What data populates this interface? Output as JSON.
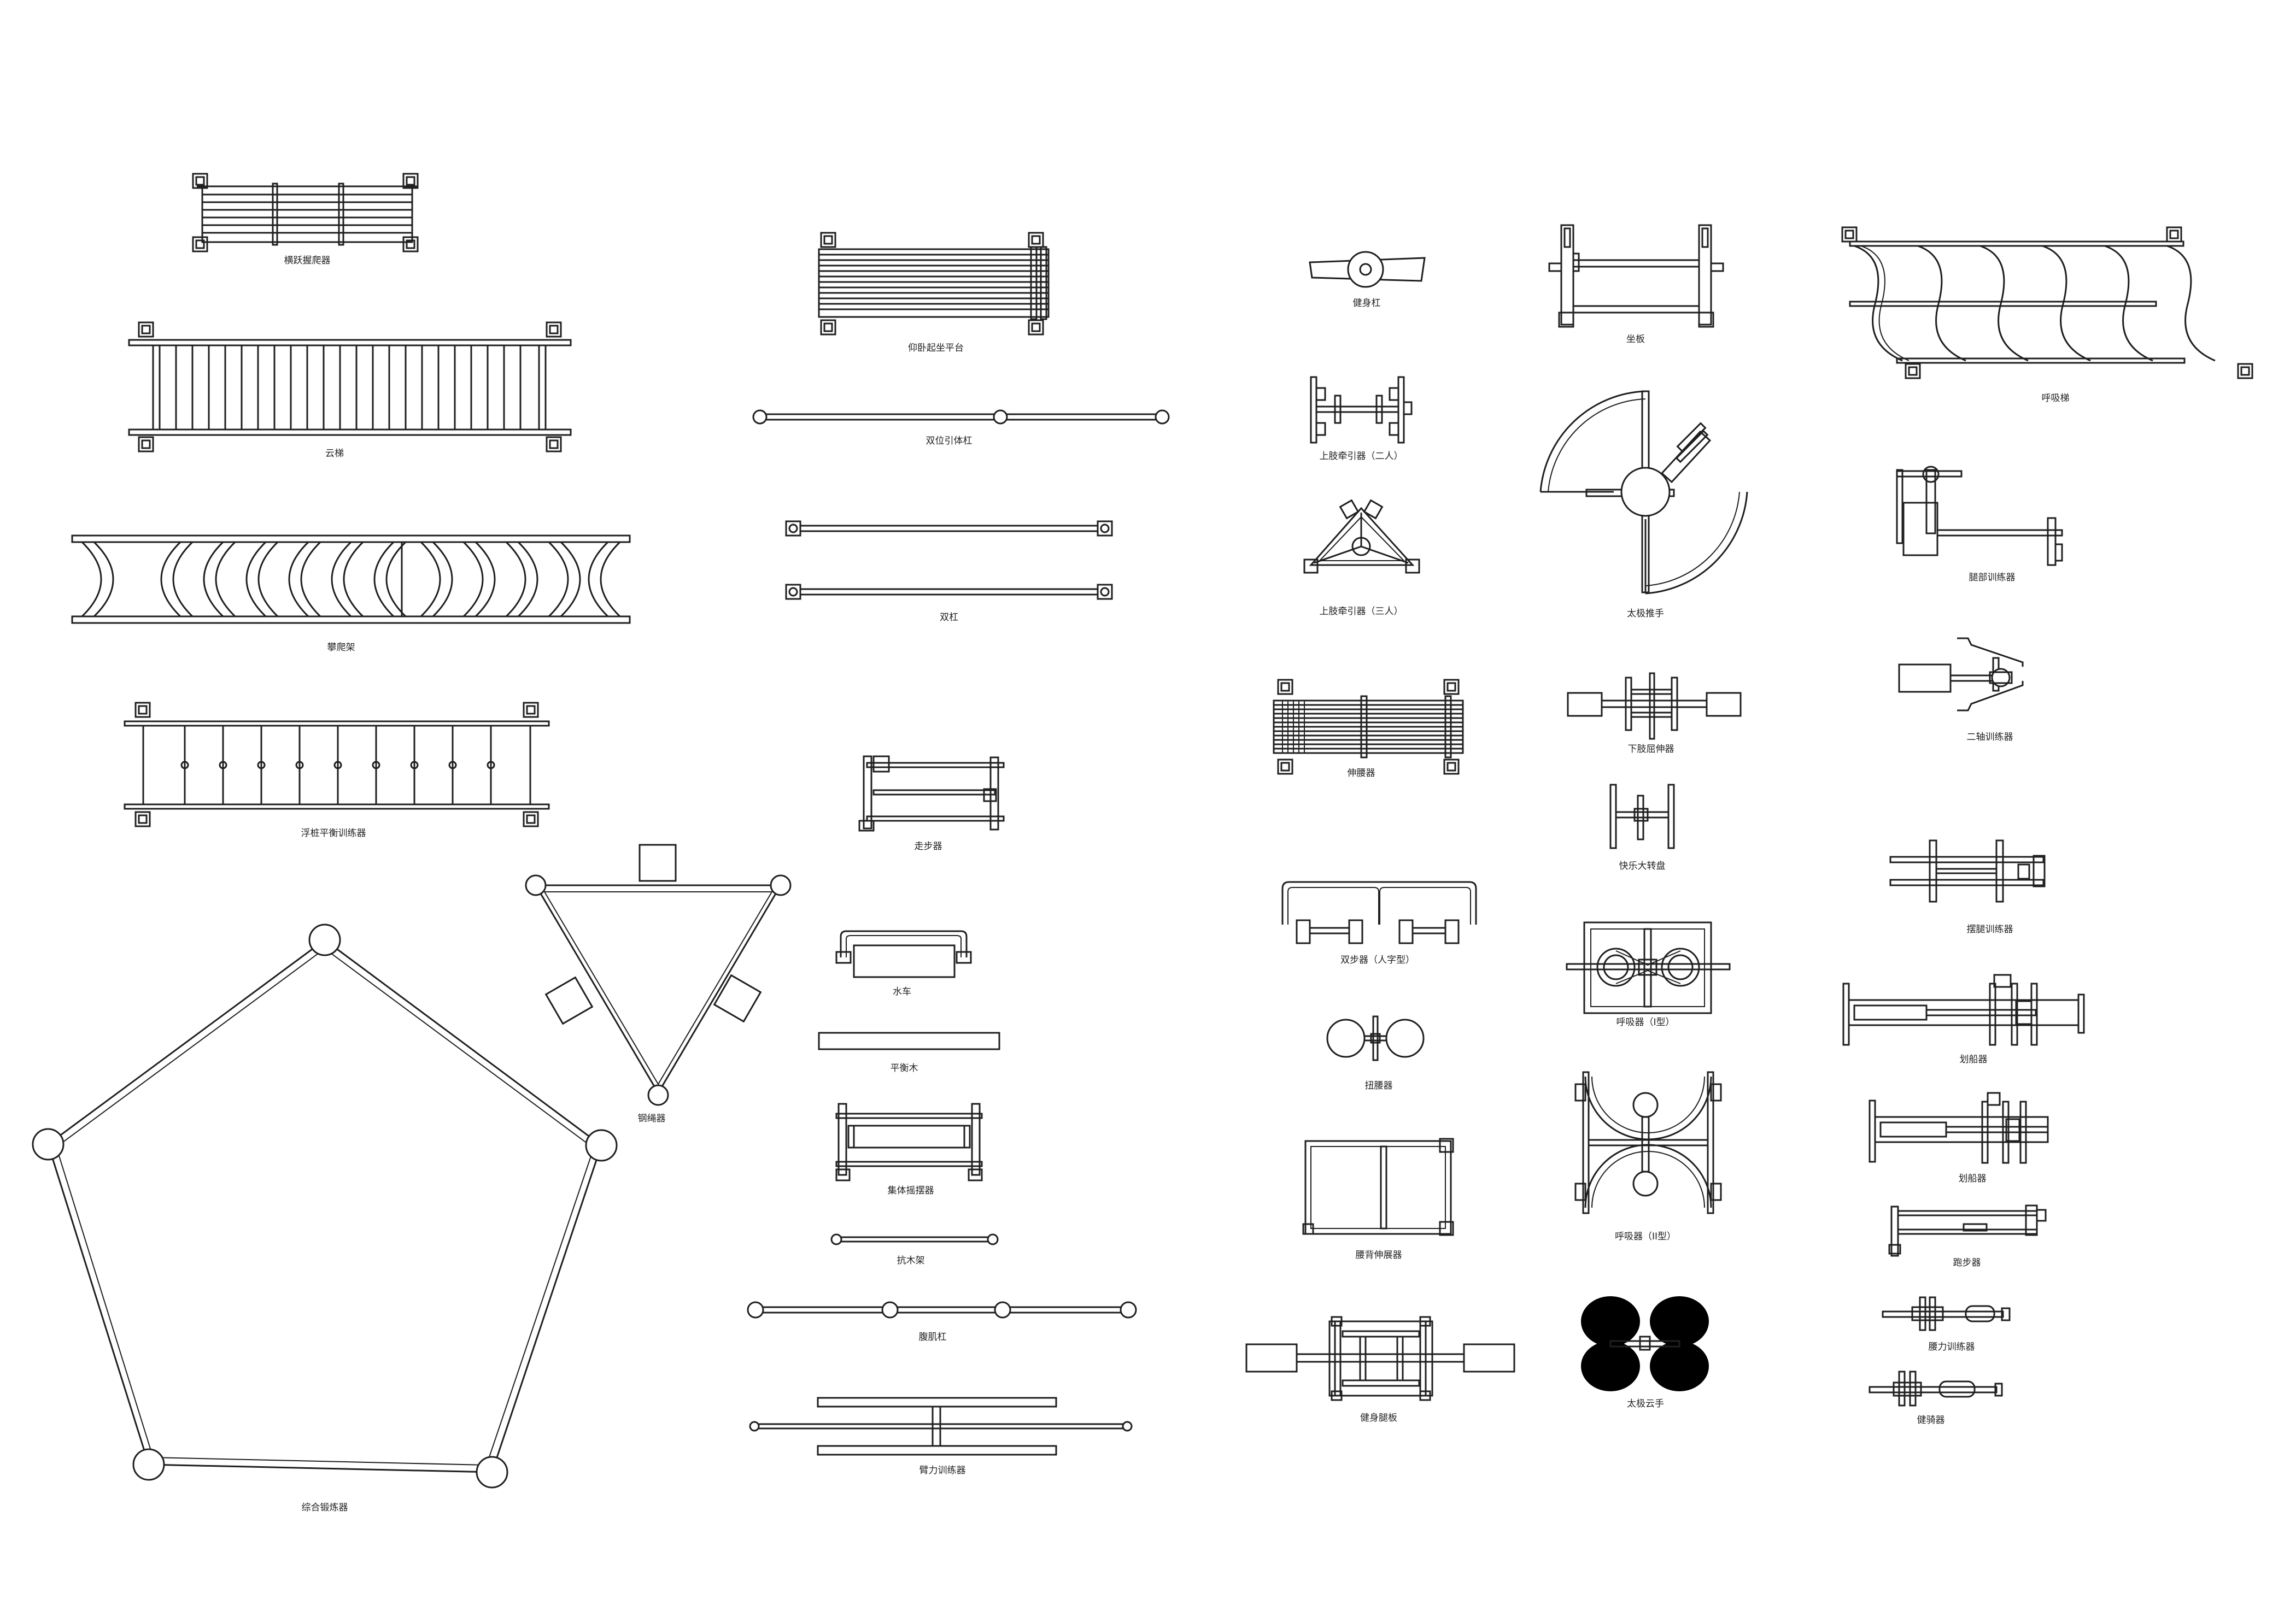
{
  "labels": {
    "ladder_bars": "横跃握爬器",
    "cloud_ladder": "云梯",
    "arc_ladder": "攀爬架",
    "rotating_balance": "浮桩平衡训练器",
    "pentagon_climber": "综合锻炼器",
    "triangle_roller": "钢绳器",
    "crawl_platform": "仰卧起坐平台",
    "double_pull_bar": "双位引体杠",
    "parallel_bars": "双杠",
    "walker": "走步器",
    "water_box": "水车",
    "balance_beam": "平衡木",
    "group_swing": "集体摇摆器",
    "pole": "抗木架",
    "wave_bar": "腹肌杠",
    "arm_exerciser": "臂力训练器",
    "fitness_bar": "健身杠",
    "upper_pull_single": "上肢牵引器（二人）",
    "upper_pull_triple": "上肢牵引器（三人）",
    "stretcher": "伸腰器",
    "double_walker": "双步器（人字型）",
    "twister": "扭腰器",
    "waist_stretch": "腰背伸展器",
    "board_stretch": "健身腿板",
    "pushboard": "坐板",
    "taichi_wheel": "太极推手",
    "leg_press": "下肢屈伸器",
    "happy_twist": "快乐大转盘",
    "breathing_a": "呼吸器（I型）",
    "breathing_b": "呼吸器（II型）",
    "taichi_cloud": "太极云手",
    "sway_ladder": "呼吸梯",
    "leg_trainer": "腿部训练器",
    "dual_trainer": "二轴训练器",
    "cycling_trainer": "摆腿训练器",
    "rower": "划船器",
    "bike_trainer": "划船器",
    "runner": "跑步器",
    "arm_power": "腰力训练器",
    "chest_trainer": "健骑器"
  }
}
